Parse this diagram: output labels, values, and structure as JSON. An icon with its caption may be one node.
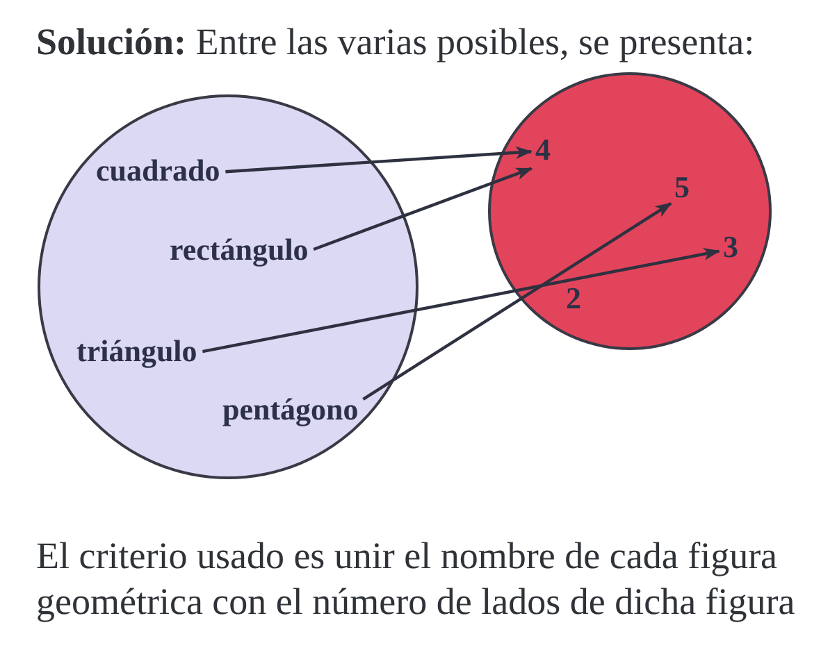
{
  "diagram": {
    "title": "**Solución:** Entre las varias posibles, se presenta:",
    "caption": "El criterio usado es unir el nombre de cada figura geométrica con el número de lados de dicha figura",
    "nodes": [
      {
        "text": [],
        "shape": "circle"
      },
      {
        "text": [
          "cuadrado"
        ],
        "in": 0
      },
      {
        "text": [
          "rectángulo"
        ],
        "in": 0
      },
      {
        "text": [
          "triángulo"
        ],
        "in": 0
      },
      {
        "text": [
          "pentágono"
        ],
        "in": 0
      },
      {
        "text": [],
        "shape": "circle"
      },
      {
        "text": [
          "4"
        ],
        "in": 5
      },
      {
        "text": [
          "5"
        ],
        "in": 5
      },
      {
        "text": [
          "3"
        ],
        "in": 5
      },
      {
        "text": [
          "2"
        ],
        "in": 5
      }
    ],
    "edges": [
      {
        "from": 1,
        "to": 6,
        "arrow": "to"
      },
      {
        "from": 2,
        "to": 6,
        "arrow": "to"
      },
      {
        "from": 3,
        "to": 8,
        "arrow": "to"
      },
      {
        "from": 4,
        "to": 7,
        "arrow": "to"
      }
    ]
  }
}
